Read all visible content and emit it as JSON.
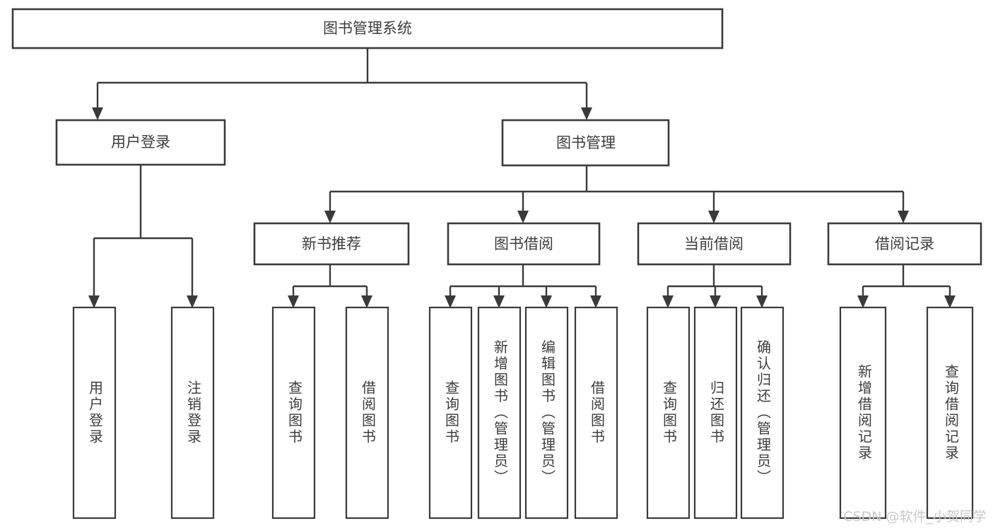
{
  "diagram": {
    "type": "tree",
    "title": "图书管理系统",
    "orientation": "top-down",
    "colors": {
      "background": "#ffffff",
      "box_fill": "#ffffff",
      "box_stroke": "#3a3a3a",
      "connector": "#3a3a3a",
      "text": "#3c3c3c",
      "watermark": "#c9c9c9"
    },
    "root": {
      "label": "图书管理系统"
    },
    "level2": [
      {
        "label": "用户登录"
      },
      {
        "label": "图书管理"
      }
    ],
    "level3": [
      {
        "label": "新书推荐"
      },
      {
        "label": "图书借阅"
      },
      {
        "label": "当前借阅"
      },
      {
        "label": "借阅记录"
      }
    ],
    "leaves": {
      "user_login": [
        {
          "label": "用户登录"
        },
        {
          "label": "注销登录"
        }
      ],
      "new_book_recommend": [
        {
          "label": "查询图书"
        },
        {
          "label": "借阅图书"
        }
      ],
      "book_borrow": [
        {
          "label": "查询图书"
        },
        {
          "label": "新增图书（管理员）"
        },
        {
          "label": "编辑图书（管理员）"
        },
        {
          "label": "借阅图书"
        }
      ],
      "current_borrow": [
        {
          "label": "查询图书"
        },
        {
          "label": "归还图书"
        },
        {
          "label": "确认归还（管理员）"
        }
      ],
      "borrow_record": [
        {
          "label": "新增借阅记录"
        },
        {
          "label": "查询借阅记录"
        }
      ]
    }
  },
  "watermark": {
    "text": "CSDN @软件_小贺同学"
  }
}
